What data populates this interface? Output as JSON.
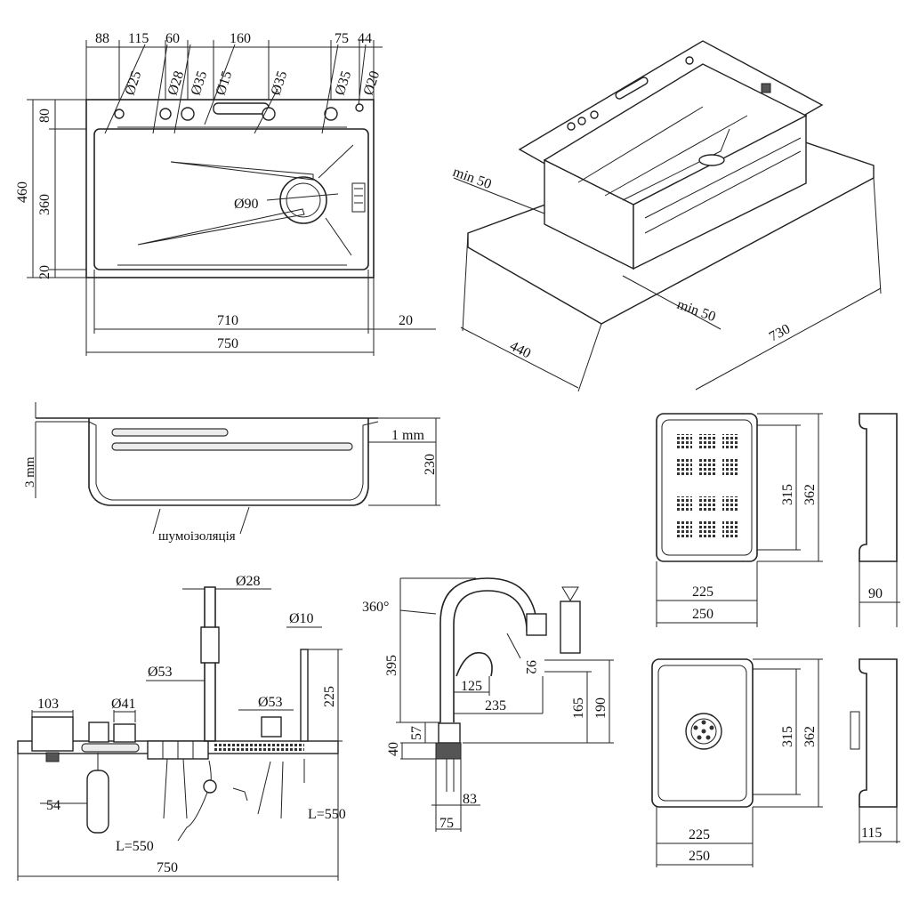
{
  "top_view": {
    "spacing_labels": [
      "88",
      "115",
      "60",
      "160",
      "75",
      "44"
    ],
    "hole_labels": [
      "Ø25",
      "Ø28",
      "Ø35",
      "Ø15",
      "Ø35",
      "Ø35",
      "Ø20"
    ],
    "drain_label": "Ø90",
    "height_total": "460",
    "height_top": "80",
    "height_bowl": "360",
    "height_bottom": "20",
    "width_inner": "710",
    "width_side": "20",
    "width_total": "750"
  },
  "iso_view": {
    "clearance_top": "min 50",
    "clearance_bottom": "min 50",
    "depth": "440",
    "length": "730"
  },
  "section_view": {
    "thickness_top": "3 mm",
    "thickness_wall": "1 mm",
    "depth": "230",
    "insulation_label": "шумоізоляція"
  },
  "colander": {
    "height_inner": "315",
    "height_outer": "362",
    "width_inner": "225",
    "width_outer": "250",
    "side_depth": "90"
  },
  "tray": {
    "height_inner": "315",
    "height_outer": "362",
    "width_inner": "225",
    "width_outer": "250",
    "side_depth": "115"
  },
  "accessories": {
    "tap_diameter": "Ø28",
    "tap_base_diameter": "Ø53",
    "rinser_diameter": "Ø10",
    "rinser_height": "225",
    "cup_width": "103",
    "dispenser_diameter": "Ø41",
    "button_diameter": "Ø53",
    "bottle_width": "54",
    "hose_left": "L=550",
    "hose_right": "L=550",
    "total_width": "750"
  },
  "faucet": {
    "rotation": "360°",
    "height": "395",
    "base_height": "57",
    "deck_height": "40",
    "spout_reach_short": "125",
    "spout_reach_long": "235",
    "spray_angle": "92",
    "spout_height": "165",
    "total_height": "190",
    "shank_length": "83",
    "base_width": "75"
  }
}
